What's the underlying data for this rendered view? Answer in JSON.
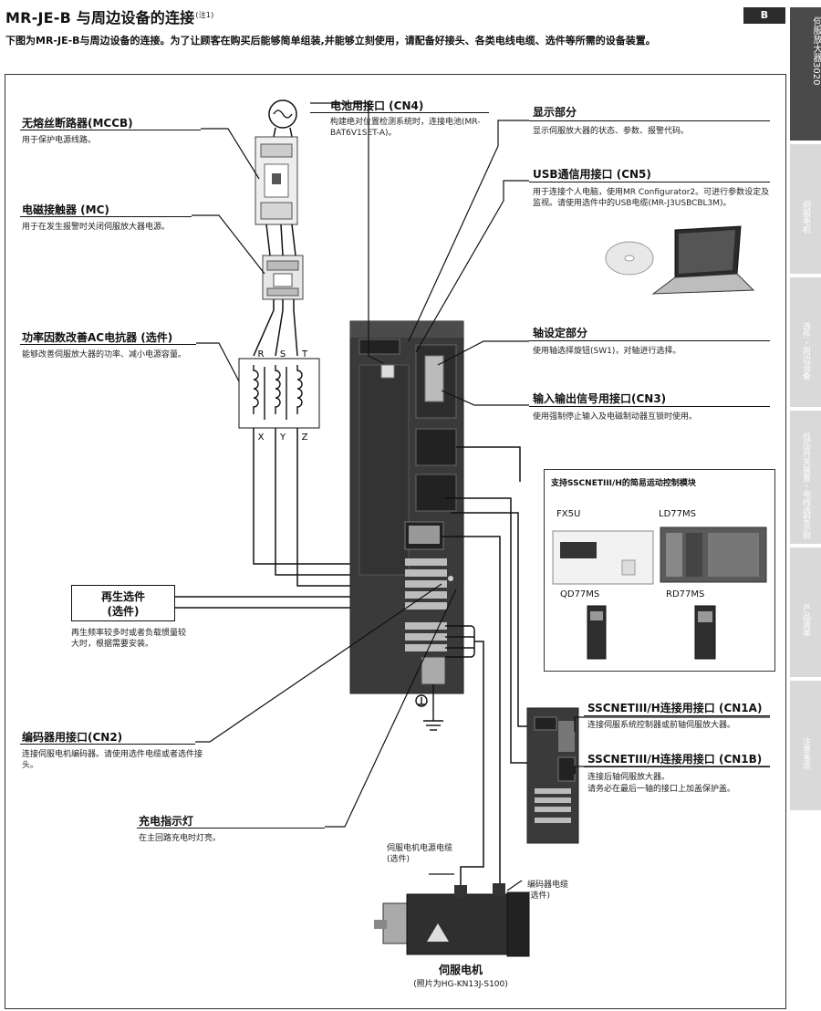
{
  "header": {
    "title": "MR-JE-B 与周边设备的连接",
    "title_note": "(注1)",
    "section_badge": "B",
    "intro": "下图为MR-JE-B与周边设备的连接。为了让顾客在购买后能够简单组装,并能够立刻使用，请配备好接头、各类电线电缆、选件等所需的设备装置。"
  },
  "side_tabs": [
    {
      "label": "伺服放大器3020",
      "active": true
    },
    {
      "label": "伺服电机",
      "active": false
    },
    {
      "label": "选件・周边设备",
      "active": false
    },
    {
      "label": "低压开关装置・电线选型示例",
      "active": false
    },
    {
      "label": "产品清单",
      "active": false
    },
    {
      "label": "注意事项",
      "active": false
    }
  ],
  "callouts": {
    "mccb": {
      "title": "无熔丝断路器(MCCB)",
      "desc": "用于保护电源线路。"
    },
    "mc": {
      "title": "电磁接触器 (MC)",
      "desc": "用于在发生报警时关闭伺服放大器电源。"
    },
    "ac_reactor": {
      "title": "功率因数改善AC电抗器 (选件)",
      "desc": "能够改善伺服放大器的功率、减小电源容量。"
    },
    "regen": {
      "box_line1": "再生选件",
      "box_line2": "(选件)",
      "desc": "再生频率较多时或者负载惯量较大时，根据需要安装。"
    },
    "cn2": {
      "title": "编码器用接口(CN2)",
      "desc": "连接伺服电机编码器。请使用选件电缆或者选件接头。"
    },
    "charge_lamp": {
      "title": "充电指示灯",
      "desc": "在主回路充电时灯亮。"
    },
    "cn4": {
      "title": "电池用接口 (CN4)",
      "desc": "构建绝对位置检测系统时，连接电池(MR-BAT6V1SET-A)。"
    },
    "display": {
      "title": "显示部分",
      "desc": "显示伺服放大器的状态、参数、报警代码。"
    },
    "cn5": {
      "title": "USB通信用接口 (CN5)",
      "desc": "用于连接个人电脑，使用MR Configurator2。可进行参数设定及监视。请使用选件中的USB电缆(MR-J3USBCBL3M)。"
    },
    "axis": {
      "title": "轴设定部分",
      "desc": "使用轴选择旋钮(SW1)，对轴进行选择。"
    },
    "cn3": {
      "title": "输入输出信号用接口(CN3)",
      "desc": "使用强制停止输入及电磁制动器互锁时使用。"
    },
    "cn1a": {
      "title": "SSCNETIII/H连接用接口 (CN1A)",
      "desc": "连接伺服系统控制器或前轴伺服放大器。"
    },
    "cn1b": {
      "title": "SSCNETIII/H连接用接口 (CN1B)",
      "desc1": "连接后轴伺服放大器。",
      "desc2": "请务必在最后一轴的接口上加盖保护盖。"
    },
    "power_cable": {
      "line1": "伺服电机电源电缆",
      "line2": "(选件)"
    },
    "encoder_cable": {
      "line1": "编码器电缆",
      "line2": "(选件)"
    },
    "motor": {
      "title": "伺服电机",
      "desc": "(照片为HG-KN13J-S100)"
    }
  },
  "motion_modules": {
    "title": "支持SSCNETIII/H的简易运动控制模块",
    "items": [
      "FX5U",
      "LD77MS",
      "QD77MS",
      "RD77MS"
    ]
  },
  "phase_labels": {
    "top": [
      "R",
      "S",
      "T"
    ],
    "bottom": [
      "X",
      "Y",
      "Z"
    ]
  },
  "colors": {
    "line": "#111111",
    "device_dark": "#3a3a3a",
    "device_light": "#e8e8e8",
    "tab_active": "#4a4a4a",
    "tab_inactive": "#d9d9d9"
  }
}
